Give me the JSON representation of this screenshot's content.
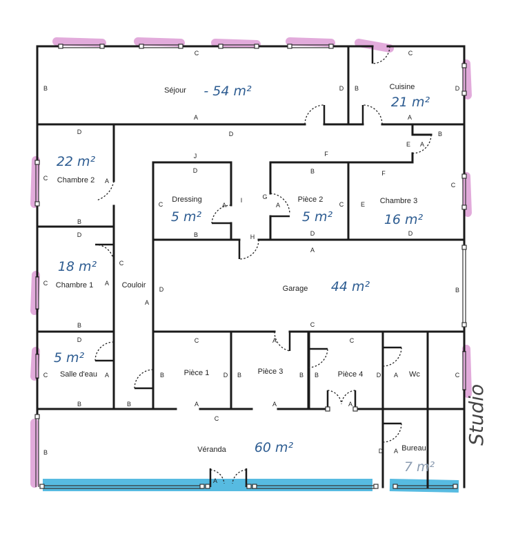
{
  "rooms": {
    "sejour": {
      "label": "Séjour",
      "area": "- 54 m²"
    },
    "cuisine": {
      "label": "Cuisine",
      "area": "21 m²"
    },
    "chambre2": {
      "label": "Chambre 2",
      "area": "22 m²"
    },
    "dressing": {
      "label": "Dressing",
      "area": "5 m²"
    },
    "piece2": {
      "label": "Pièce 2",
      "area": "5 m²"
    },
    "chambre3": {
      "label": "Chambre 3",
      "area": "16 m²"
    },
    "chambre1": {
      "label": "Chambre 1",
      "area": "18 m²"
    },
    "couloir": {
      "label": "Couloir"
    },
    "garage": {
      "label": "Garage",
      "area": "44 m²"
    },
    "salle_eau": {
      "label": "Salle d'eau",
      "area": "5 m²"
    },
    "piece1": {
      "label": "Pièce 1"
    },
    "piece3": {
      "label": "Pièce 3"
    },
    "piece4": {
      "label": "Pièce 4"
    },
    "wc": {
      "label": "Wc"
    },
    "veranda": {
      "label": "Véranda",
      "area": "60 m²"
    },
    "bureau": {
      "label": "Bureau",
      "area": "7 m²"
    }
  },
  "annotation": "Studio",
  "walls": [
    "C",
    "B",
    "A",
    "D",
    "C",
    "B",
    "A",
    "D",
    "D",
    "F",
    "E",
    "A",
    "B",
    "F",
    "D",
    "C",
    "A",
    "B",
    "J",
    "D",
    "C",
    "A",
    "B",
    "I",
    "G",
    "A",
    "B",
    "C",
    "D",
    "E",
    "D",
    "C",
    "A",
    "H",
    "D",
    "B",
    "C",
    "A",
    "D",
    "C",
    "A",
    "C",
    "B",
    "D",
    "C",
    "A",
    "B",
    "B",
    "C",
    "B",
    "D",
    "A",
    "B",
    "A",
    "B",
    "A",
    "B",
    "C",
    "D",
    "A",
    "A",
    "C",
    "C",
    "B",
    "A",
    "D",
    "A"
  ],
  "colors": {
    "wall": "#1a1a1a",
    "handwriting": "#2d5c91",
    "window_highlight_pink": "#d98fd0",
    "window_highlight_blue": "#3ab0dc"
  }
}
